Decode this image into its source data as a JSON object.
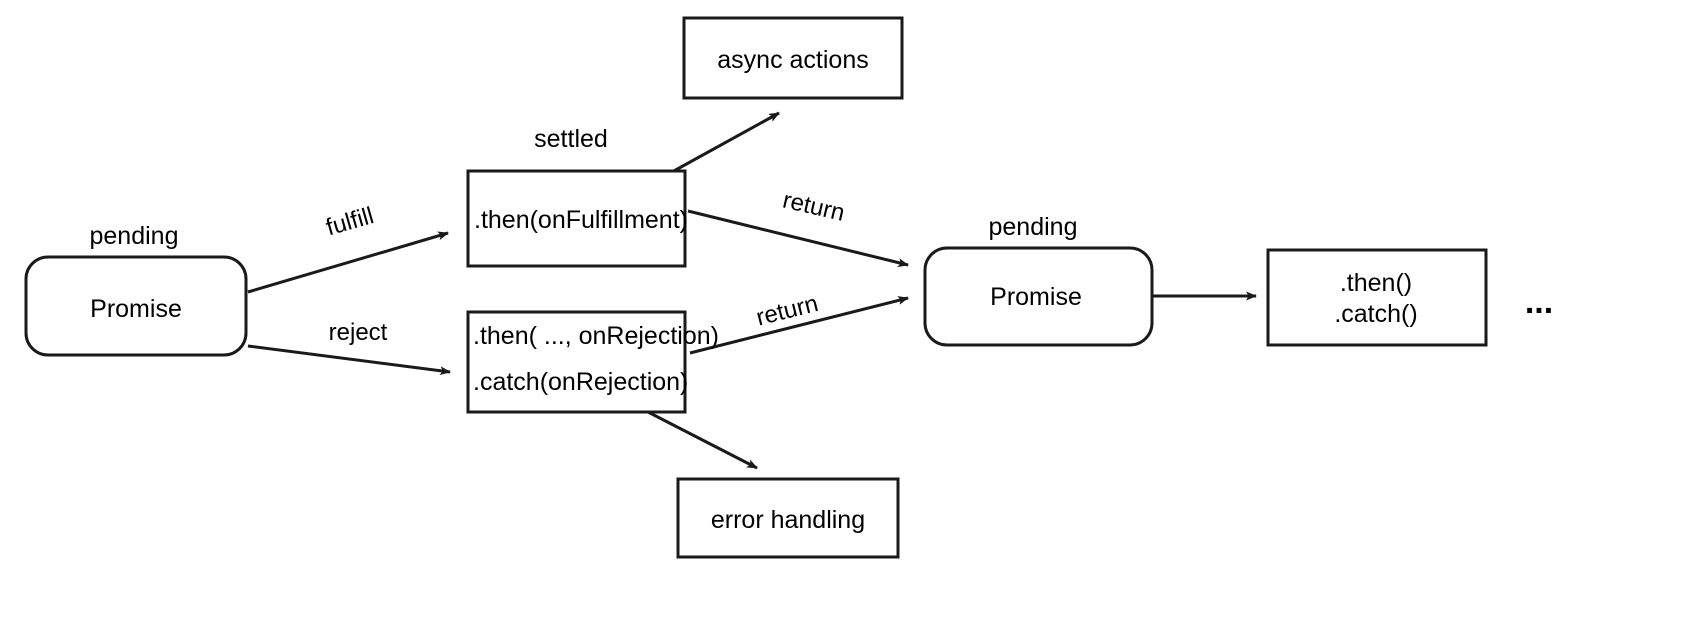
{
  "diagram": {
    "title": "JavaScript Promise chaining flow",
    "background_color": "#ffffff",
    "stroke_color": "#1a1a1a",
    "text_color": "#000000"
  },
  "nodes": {
    "promise_initial": {
      "label": "Promise",
      "state_label": "pending",
      "shape": "rounded-rectangle"
    },
    "then_fulfillment": {
      "label": ".then(onFulfillment)",
      "state_label": "settled",
      "shape": "rectangle"
    },
    "rejection_handlers": {
      "line1": ".then( ..., onRejection)",
      "line2": ".catch(onRejection)",
      "shape": "rectangle"
    },
    "async_actions": {
      "label": "async actions",
      "shape": "rectangle"
    },
    "error_handling": {
      "label": "error handling",
      "shape": "rectangle"
    },
    "promise_returned": {
      "label": "Promise",
      "state_label": "pending",
      "shape": "rounded-rectangle"
    },
    "chain_next": {
      "line1": ".then()",
      "line2": ".catch()",
      "shape": "rectangle"
    },
    "continuation": {
      "label": "..."
    }
  },
  "edges": {
    "fulfill": {
      "label": "fulfill",
      "from": "promise_initial",
      "to": "then_fulfillment"
    },
    "reject": {
      "label": "reject",
      "from": "promise_initial",
      "to": "rejection_handlers"
    },
    "async": {
      "label": "",
      "from": "then_fulfillment",
      "to": "async_actions"
    },
    "return_fulfill": {
      "label": "return",
      "from": "then_fulfillment",
      "to": "promise_returned"
    },
    "return_reject": {
      "label": "return",
      "from": "rejection_handlers",
      "to": "promise_returned"
    },
    "error": {
      "label": "",
      "from": "rejection_handlers",
      "to": "error_handling"
    },
    "chain": {
      "label": "",
      "from": "promise_returned",
      "to": "chain_next"
    }
  }
}
